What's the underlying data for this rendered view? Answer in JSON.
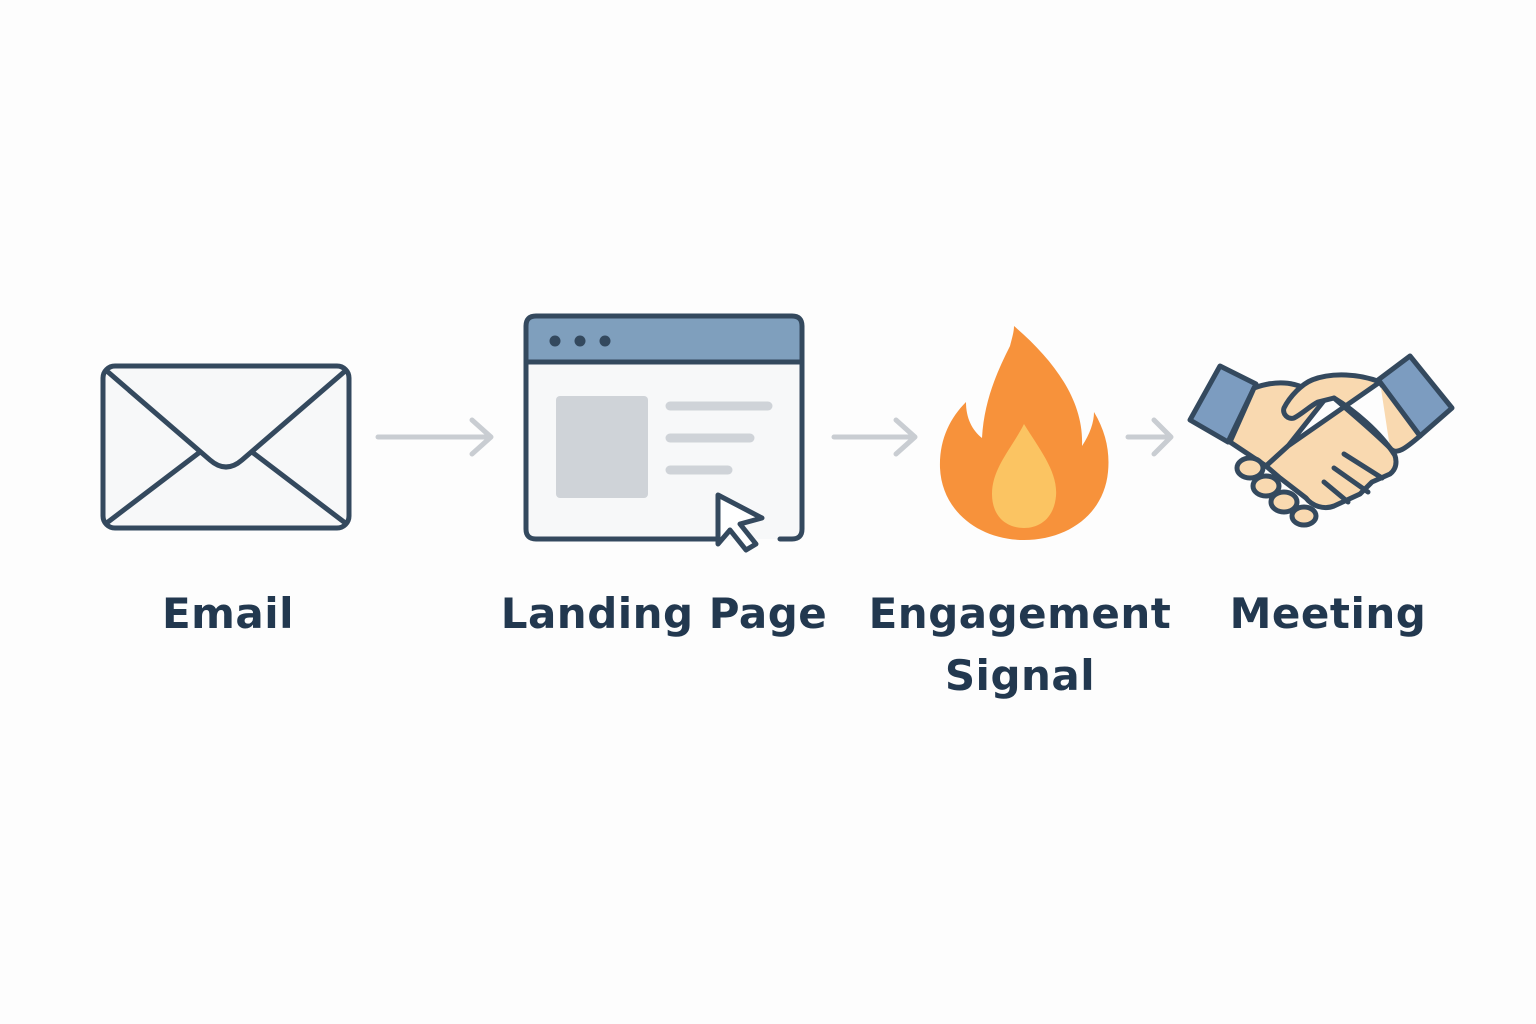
{
  "steps": [
    {
      "label": "Email",
      "icon": "envelope-icon"
    },
    {
      "label": "Landing Page",
      "icon": "browser-window-icon"
    },
    {
      "label": "Engagement Signal",
      "icon": "flame-icon"
    },
    {
      "label": "Meeting",
      "icon": "handshake-icon"
    }
  ],
  "connectors": [
    "arrow-right-icon",
    "arrow-right-icon",
    "arrow-right-icon"
  ],
  "colors": {
    "outline": "#34495e",
    "label_text": "#22384f",
    "arrow": "#c9cdd2",
    "browser_bar": "#7f9fbd",
    "placeholder_block": "#cfd3d8",
    "flame_outer": "#f7923b",
    "flame_inner": "#fbc462",
    "hand_skin": "#f9d9b0",
    "cuff": "#7c9cc0"
  }
}
